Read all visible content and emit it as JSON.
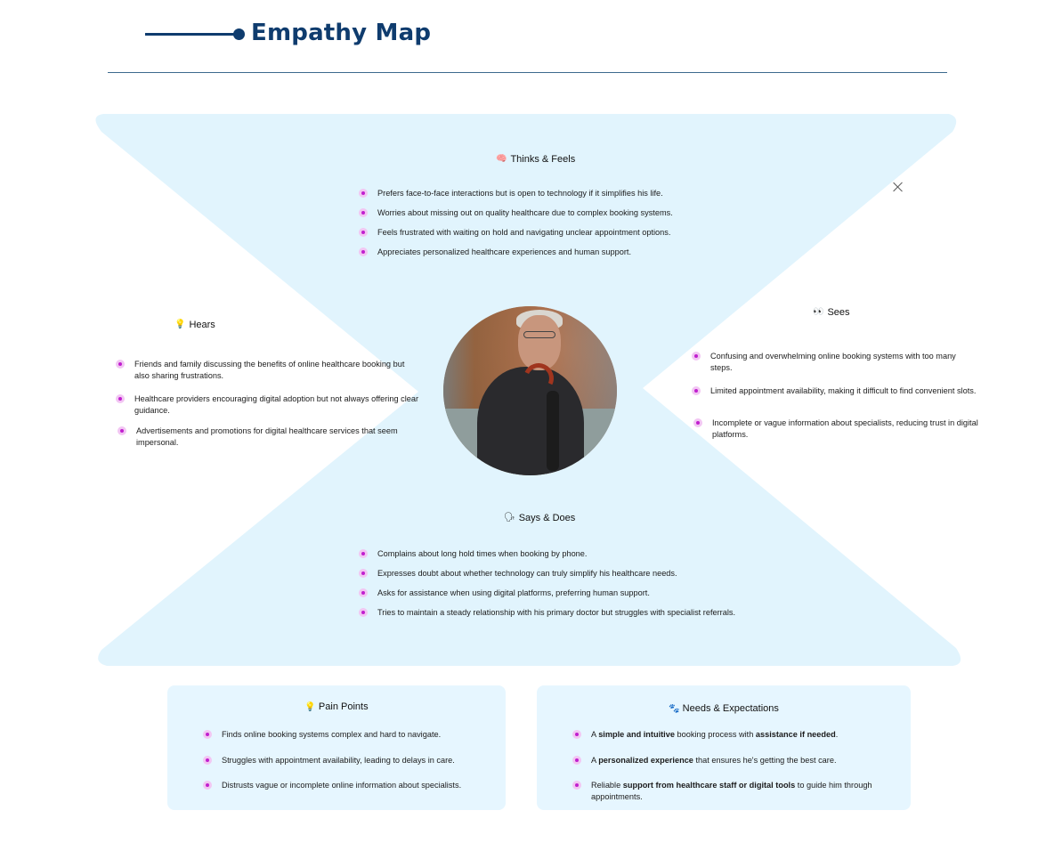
{
  "title": "Empathy Map",
  "colors": {
    "accent": "#0f3c6e",
    "panel": "#e1f4fd",
    "bullet": "#c11fcf"
  },
  "thinks": {
    "icon": "brain-icon",
    "emoji": "🧠",
    "heading": "Thinks & Feels",
    "items": [
      "Prefers face-to-face interactions but is open to technology if it simplifies his life.",
      "Worries about missing out on quality healthcare due to complex booking systems.",
      "Feels frustrated with waiting on hold and navigating unclear appointment options.",
      "Appreciates personalized healthcare experiences and human support."
    ]
  },
  "hears": {
    "icon": "lightbulb-icon",
    "emoji": "💡",
    "heading": "Hears",
    "items": [
      "Friends and family discussing the benefits of online healthcare booking but also sharing frustrations.",
      "Healthcare providers encouraging digital adoption but not always offering clear guidance.",
      "Advertisements and promotions for digital healthcare services that seem impersonal."
    ]
  },
  "sees": {
    "icon": "eyes-icon",
    "emoji": "👀",
    "heading": "Sees",
    "items": [
      "Confusing and overwhelming online booking systems with too many steps.",
      "Limited appointment availability, making it difficult to find convenient slots.",
      "Incomplete or vague information about specialists, reducing trust in digital platforms."
    ]
  },
  "says": {
    "icon": "speaking-head-icon",
    "emoji": "🗣",
    "heading": "Says & Does",
    "items": [
      "Complains about long hold times when booking by phone.",
      "Expresses doubt about whether technology can truly simplify his healthcare needs.",
      "Asks for assistance when using digital platforms, preferring human support.",
      "Tries to maintain a steady relationship with his primary doctor but struggles with specialist referrals."
    ]
  },
  "pain": {
    "icon": "bulb-icon",
    "emoji": "💡",
    "heading": "Pain Points",
    "items": [
      "Finds online booking systems complex and hard to navigate.",
      "Struggles with appointment availability, leading to delays in care.",
      "Distrusts vague or incomplete online information about specialists."
    ]
  },
  "needs": {
    "icon": "paw-icon",
    "emoji": "🐾",
    "heading": "Needs & Expectations",
    "items": [
      {
        "a": "A ",
        "b": "simple and intuitive",
        "c": " booking process with ",
        "d": "assistance if needed",
        "e": "."
      },
      {
        "a": "A ",
        "b": "personalized experience",
        "c": " that ensures he's getting the best care.",
        "d": "",
        "e": ""
      },
      {
        "a": "Reliable ",
        "b": "support from healthcare staff or digital tools",
        "c": " to guide him through appointments.",
        "d": "",
        "e": ""
      }
    ]
  }
}
